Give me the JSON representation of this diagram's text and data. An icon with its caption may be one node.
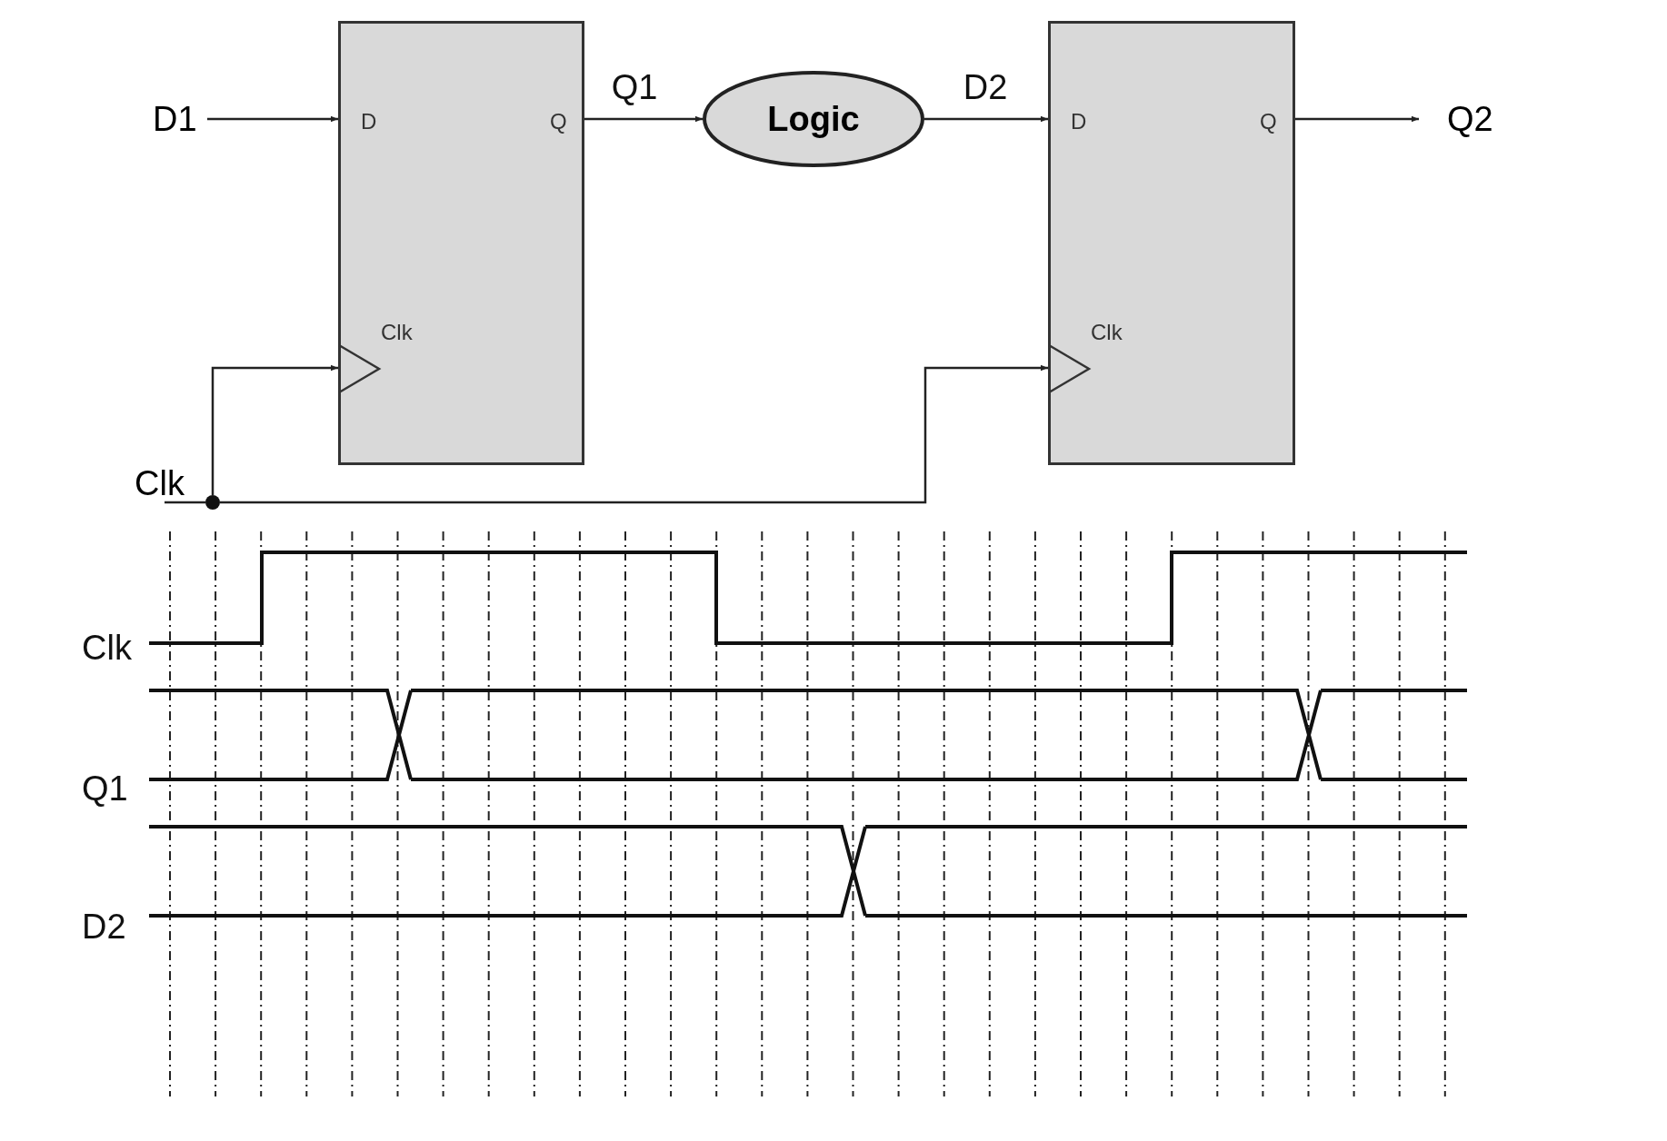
{
  "diagram": {
    "nodes": [
      {
        "text": [
          "D",
          "Q",
          "Clk"
        ]
      },
      {
        "text": [
          "Logic"
        ]
      },
      {
        "text": [
          "D",
          "Q",
          "Clk"
        ]
      },
      {
        "text": [
          "D1"
        ]
      },
      {
        "text": [
          "Q2"
        ]
      },
      {
        "text": [
          "Clk"
        ]
      },
      {
        "text": [],
        "shape": "circle"
      }
    ],
    "edges": [
      {
        "from": 3,
        "to": 0,
        "arrow": "to"
      },
      {
        "from": 0,
        "to": 1,
        "arrow": "to",
        "label": "Q1"
      },
      {
        "from": 1,
        "to": 2,
        "arrow": "to",
        "label": "D2"
      },
      {
        "from": 2,
        "to": 4,
        "arrow": "to"
      },
      {
        "from": 5,
        "to": 6,
        "arrow": "none"
      },
      {
        "from": 6,
        "to": 0,
        "arrow": "to"
      },
      {
        "from": 6,
        "to": 2,
        "arrow": "to"
      }
    ],
    "labels": [
      "Clk",
      "Q1",
      "D2"
    ]
  }
}
